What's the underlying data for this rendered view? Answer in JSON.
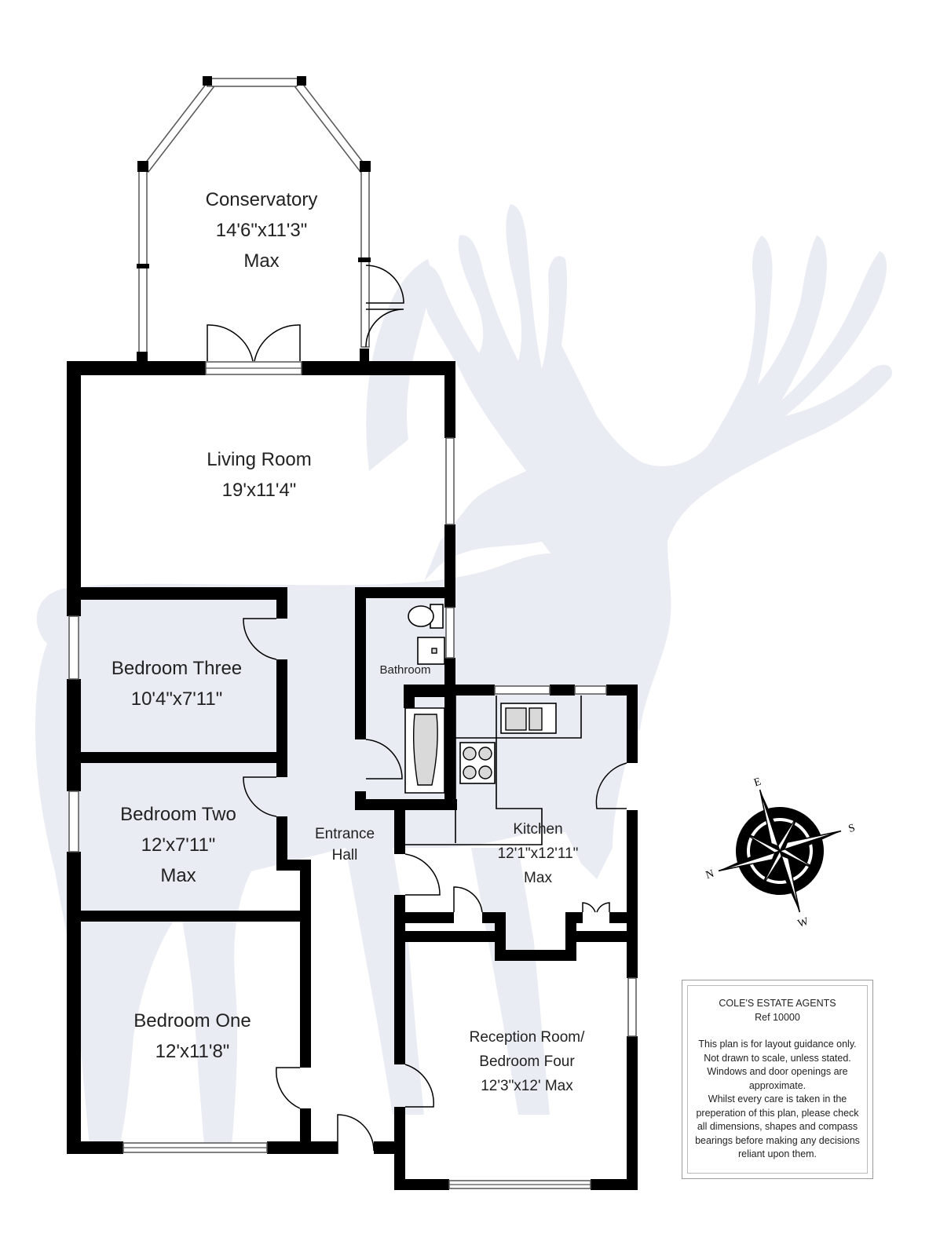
{
  "rooms": {
    "conservatory": {
      "name": "Conservatory",
      "size": "14'6\"x11'3\"",
      "note": "Max"
    },
    "living_room": {
      "name": "Living Room",
      "size": "19'x11'4\""
    },
    "bedroom_three": {
      "name": "Bedroom Three",
      "size": "10'4\"x7'11\""
    },
    "bathroom": {
      "name": "Bathroom"
    },
    "bedroom_two": {
      "name": "Bedroom Two",
      "size": "12'x7'11\"",
      "note": "Max"
    },
    "entrance_hall": {
      "line1": "Entrance",
      "line2": "Hall"
    },
    "kitchen": {
      "name": "Kitchen",
      "size": "12'1\"x12'11\"",
      "note": "Max"
    },
    "bedroom_one": {
      "name": "Bedroom One",
      "size": "12'x11'8\""
    },
    "reception": {
      "line1": "Reception Room/",
      "line2": "Bedroom Four",
      "size": "12'3\"x12' Max"
    }
  },
  "compass": {
    "n": "N",
    "e": "E",
    "s": "S",
    "w": "W"
  },
  "notice": {
    "company": "COLE'S ESTATE AGENTS",
    "ref": "Ref 10000",
    "lines": [
      "This plan is for layout guidance only.",
      "Not drawn to scale, unless stated.",
      "Windows and door openings are",
      "approximate.",
      "Whilst every care is taken in the",
      "preperation of this plan, please check",
      "all dimensions, shapes and compass",
      "bearings before making any decisions",
      "reliant upon them."
    ]
  },
  "colors": {
    "wall": "#000000",
    "watermark": "#e9ecf2",
    "text": "#222222"
  }
}
